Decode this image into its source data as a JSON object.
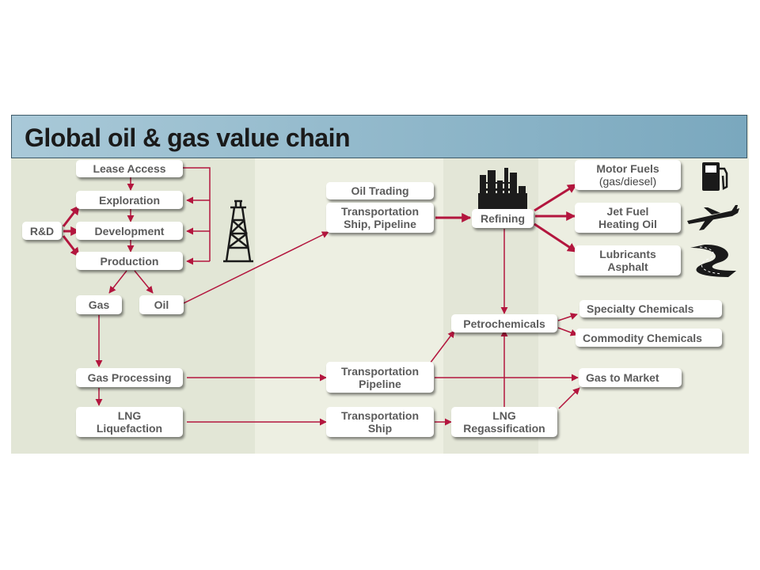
{
  "title": "Global oil & gas value chain",
  "colors": {
    "arrow": "#b3163e",
    "band_a": "#e2e6d6",
    "band_b": "#edefe2",
    "title_bar": "#8fb7c9"
  },
  "nodes": {
    "lease_access": "Lease Access",
    "exploration": "Exploration",
    "development": "Development",
    "production": "Production",
    "rnd": "R&D",
    "gas": "Gas",
    "oil": "Oil",
    "gas_processing": "Gas Processing",
    "lng_liquefaction": {
      "line1": "LNG",
      "line2": "Liquefaction"
    },
    "oil_trading": "Oil Trading",
    "transport_ship_pipeline": {
      "line1": "Transportation",
      "line2": "Ship, Pipeline"
    },
    "transport_pipeline": {
      "line1": "Transportation",
      "line2": "Pipeline"
    },
    "transport_ship": {
      "line1": "Transportation",
      "line2": "Ship"
    },
    "refining": "Refining",
    "petrochemicals": "Petrochemicals",
    "lng_regassification": {
      "line1": "LNG",
      "line2": "Regassification"
    },
    "motor_fuels": {
      "line1": "Motor Fuels",
      "line2": "(gas/diesel)"
    },
    "jet_fuel": {
      "line1": "Jet Fuel",
      "line2": "Heating Oil"
    },
    "lubricants": {
      "line1": "Lubricants",
      "line2": "Asphalt"
    },
    "specialty_chemicals": "Specialty Chemicals",
    "commodity_chemicals": "Commodity Chemicals",
    "gas_to_market": "Gas to Market"
  },
  "icons": [
    "oil-derrick-icon",
    "refinery-icon",
    "fuel-pump-icon",
    "airplane-icon",
    "road-icon"
  ]
}
